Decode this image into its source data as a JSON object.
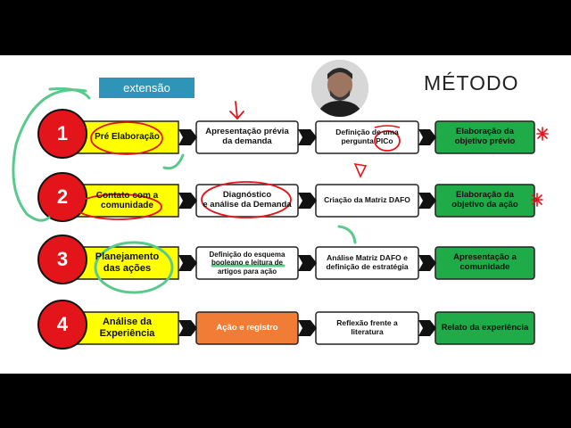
{
  "title": "MÉTODO",
  "tag": "extensão",
  "colors": {
    "number_circle": "#e3141a",
    "stage_box": "#ffff00",
    "white_box": "#ffffff",
    "green_box": "#1fab48",
    "orange_box": "#f07c35",
    "arrow": "#111111",
    "annotation_red": "#e3141a",
    "annotation_green": "#59c98c"
  },
  "rows": [
    {
      "number": "1",
      "stage": "Pré Elaboração",
      "step1": "Apresentação prévia\nda demanda",
      "step2": "Definição de uma\npergunta PICo",
      "result": "Elaboração da\nobjetivo prévio"
    },
    {
      "number": "2",
      "stage": "Contato com a\ncomunidade",
      "step1": "Diagnóstico\ne análise da Demanda",
      "step2": "Criação da Matriz DAFO",
      "result": "Elaboração da\nobjetivo da ação"
    },
    {
      "number": "3",
      "stage": "Planejamento\ndas ações",
      "step1": "Definição do esquema\nbooleano e leitura de\nartigos para ação",
      "step2": "Análise Matriz DAFO e\ndefinição de estratégia",
      "result": "Apresentação a\ncomunidade"
    },
    {
      "number": "4",
      "stage": "Análise da\nExperiência",
      "step1": "Ação e registro",
      "step2": "Reflexão frente a\nliteratura",
      "result": "Relato da experiência"
    }
  ]
}
